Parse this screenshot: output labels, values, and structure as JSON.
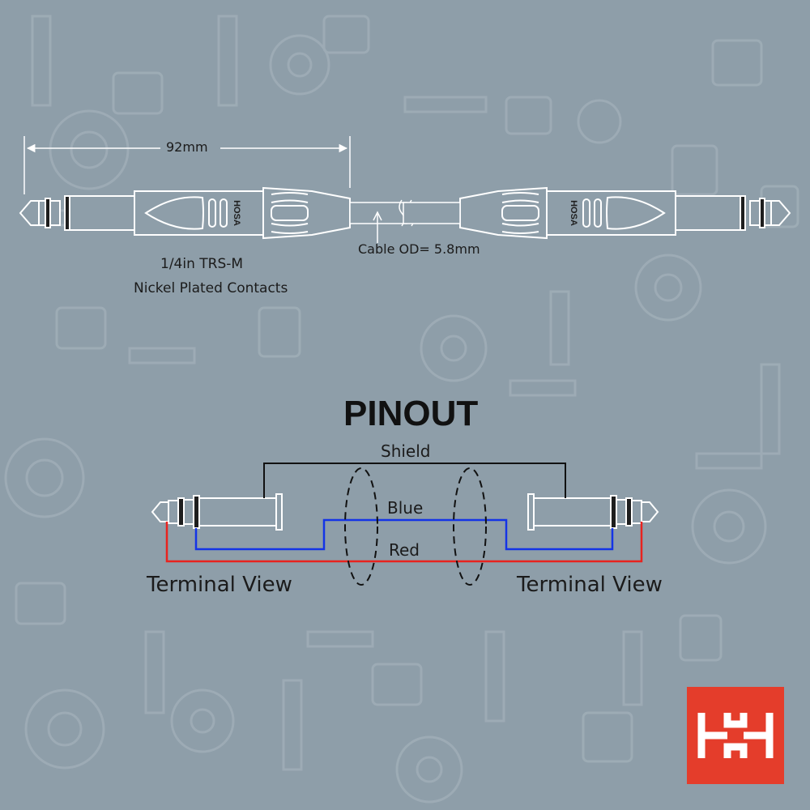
{
  "dimension": {
    "length_label": "92mm"
  },
  "cable": {
    "od_label": "Cable OD= 5.8mm"
  },
  "connector": {
    "type_label": "1/4in TRS-M",
    "contacts_label": "Nickel Plated Contacts",
    "brand_mark": "HOSA"
  },
  "pinout": {
    "title": "PINOUT",
    "wires": [
      {
        "label": "Shield",
        "color": "#111111"
      },
      {
        "label": "Blue",
        "color": "#1434e6"
      },
      {
        "label": "Red",
        "color": "#e8231f"
      }
    ],
    "left_view_label": "Terminal View",
    "right_view_label": "Terminal View"
  },
  "colors": {
    "background": "#8e9ea9",
    "pattern": "#a2b0ba",
    "connector_fill": "#8e9ea9",
    "outline": "#ffffff",
    "logo": "#e43d2b"
  },
  "icons": [
    "hosa-logo",
    "dimension-arrow-icon",
    "trs-plug-icon",
    "cable-break-icon"
  ]
}
